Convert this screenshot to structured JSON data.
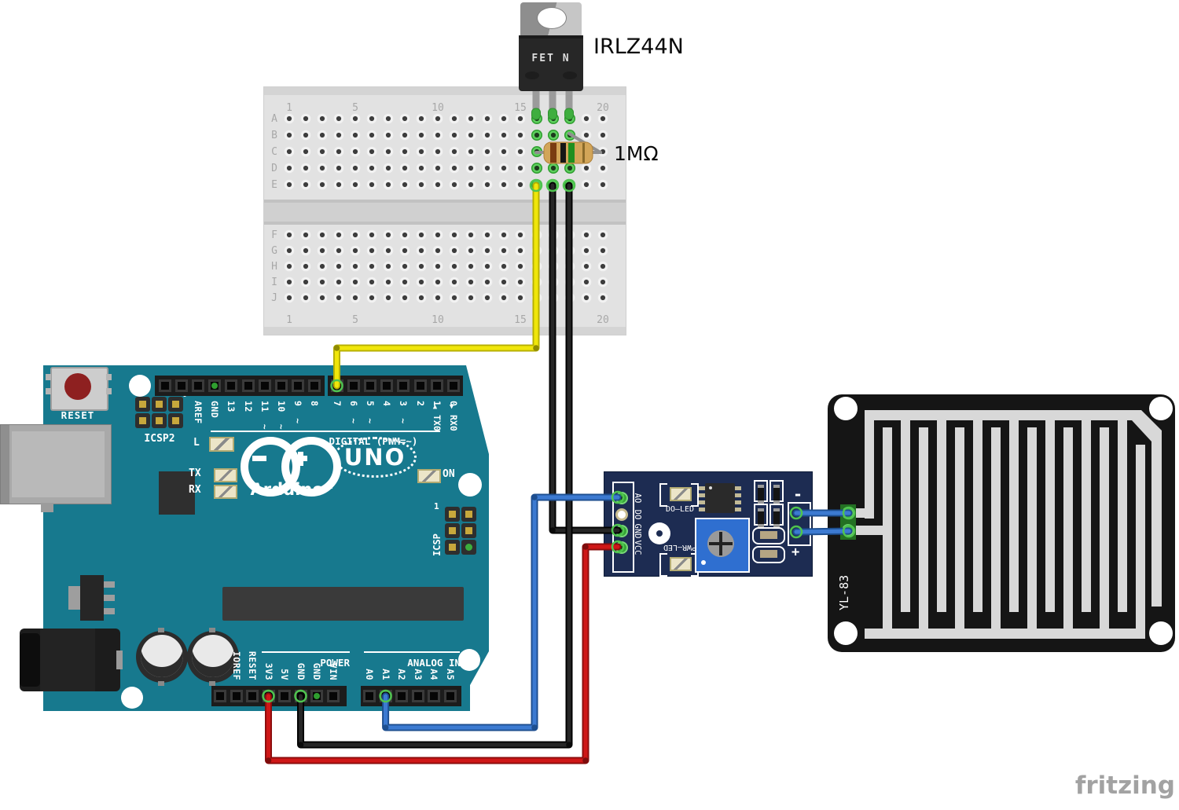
{
  "window": {
    "watermark": "fritzing"
  },
  "colors": {
    "board_teal": "#17798e",
    "breadboard_gray": "#e2e2e2",
    "module_navy": "#1d2c52",
    "rain_black": "#151515",
    "trace_gray": "#d8d8d8",
    "highlight_green": "#3fae3f",
    "wire_yellow": "#f0e60a",
    "wire_black": "#262626",
    "wire_red": "#cf1717",
    "wire_blue": "#3c7ad1",
    "label_gray": "#a2a2a2"
  },
  "mosfet": {
    "label": "IRLZ44N",
    "marking": "FET N"
  },
  "resistor": {
    "label": "1MΩ",
    "body_color": "#d2a558",
    "band_colors": [
      "#7a3c12",
      "#161616",
      "#1f8f1f",
      "#8a6a2a"
    ]
  },
  "breadboard": {
    "column_numbers": [
      "1",
      "5",
      "10",
      "15",
      "20"
    ],
    "rows_top": [
      "A",
      "B",
      "C",
      "D",
      "E"
    ],
    "rows_bottom": [
      "F",
      "G",
      "H",
      "I",
      "J"
    ]
  },
  "arduino": {
    "reset": "RESET",
    "icsp2": "ICSP2",
    "icsp": "ICSP",
    "icsp_pin1": "1",
    "digital_caption": "DIGITAL (PWM=~)",
    "header_top_left": [
      "",
      "",
      "AREF",
      "GND",
      "13",
      "12",
      "11",
      "10",
      "9",
      "8"
    ],
    "pwm_top_left": [
      false,
      false,
      false,
      false,
      false,
      false,
      true,
      true,
      true,
      false
    ],
    "header_top_right": [
      "7",
      "6",
      "5",
      "4",
      "3",
      "2",
      "1",
      "0"
    ],
    "pwm_top_right": [
      false,
      true,
      true,
      false,
      true,
      false,
      false,
      false
    ],
    "serial_labels": {
      "tx": "TX0",
      "tx_arrow": "▲",
      "rx": "RX0",
      "rx_arrow": "▼"
    },
    "leds": {
      "l": "L",
      "tx": "TX",
      "rx": "RX",
      "on": "ON"
    },
    "brand": {
      "name": "Arduino",
      "tm": "TM",
      "model": "UNO"
    },
    "power_caption": "POWER",
    "power_pins": [
      "",
      "IOREF",
      "RESET",
      "3V3",
      "5V",
      "GND",
      "GND",
      "VIN"
    ],
    "analog_caption": "ANALOG IN",
    "analog_pins": [
      "A0",
      "A1",
      "A2",
      "A3",
      "A4",
      "A5"
    ]
  },
  "sensor_module": {
    "pins_left": [
      "AO",
      "DO",
      "GND",
      "VCC"
    ],
    "do_led": "DO—LED",
    "pwr_led": "PWR—LED",
    "minus": "-",
    "plus": "+"
  },
  "rain_sensor": {
    "model": "YL-83"
  }
}
